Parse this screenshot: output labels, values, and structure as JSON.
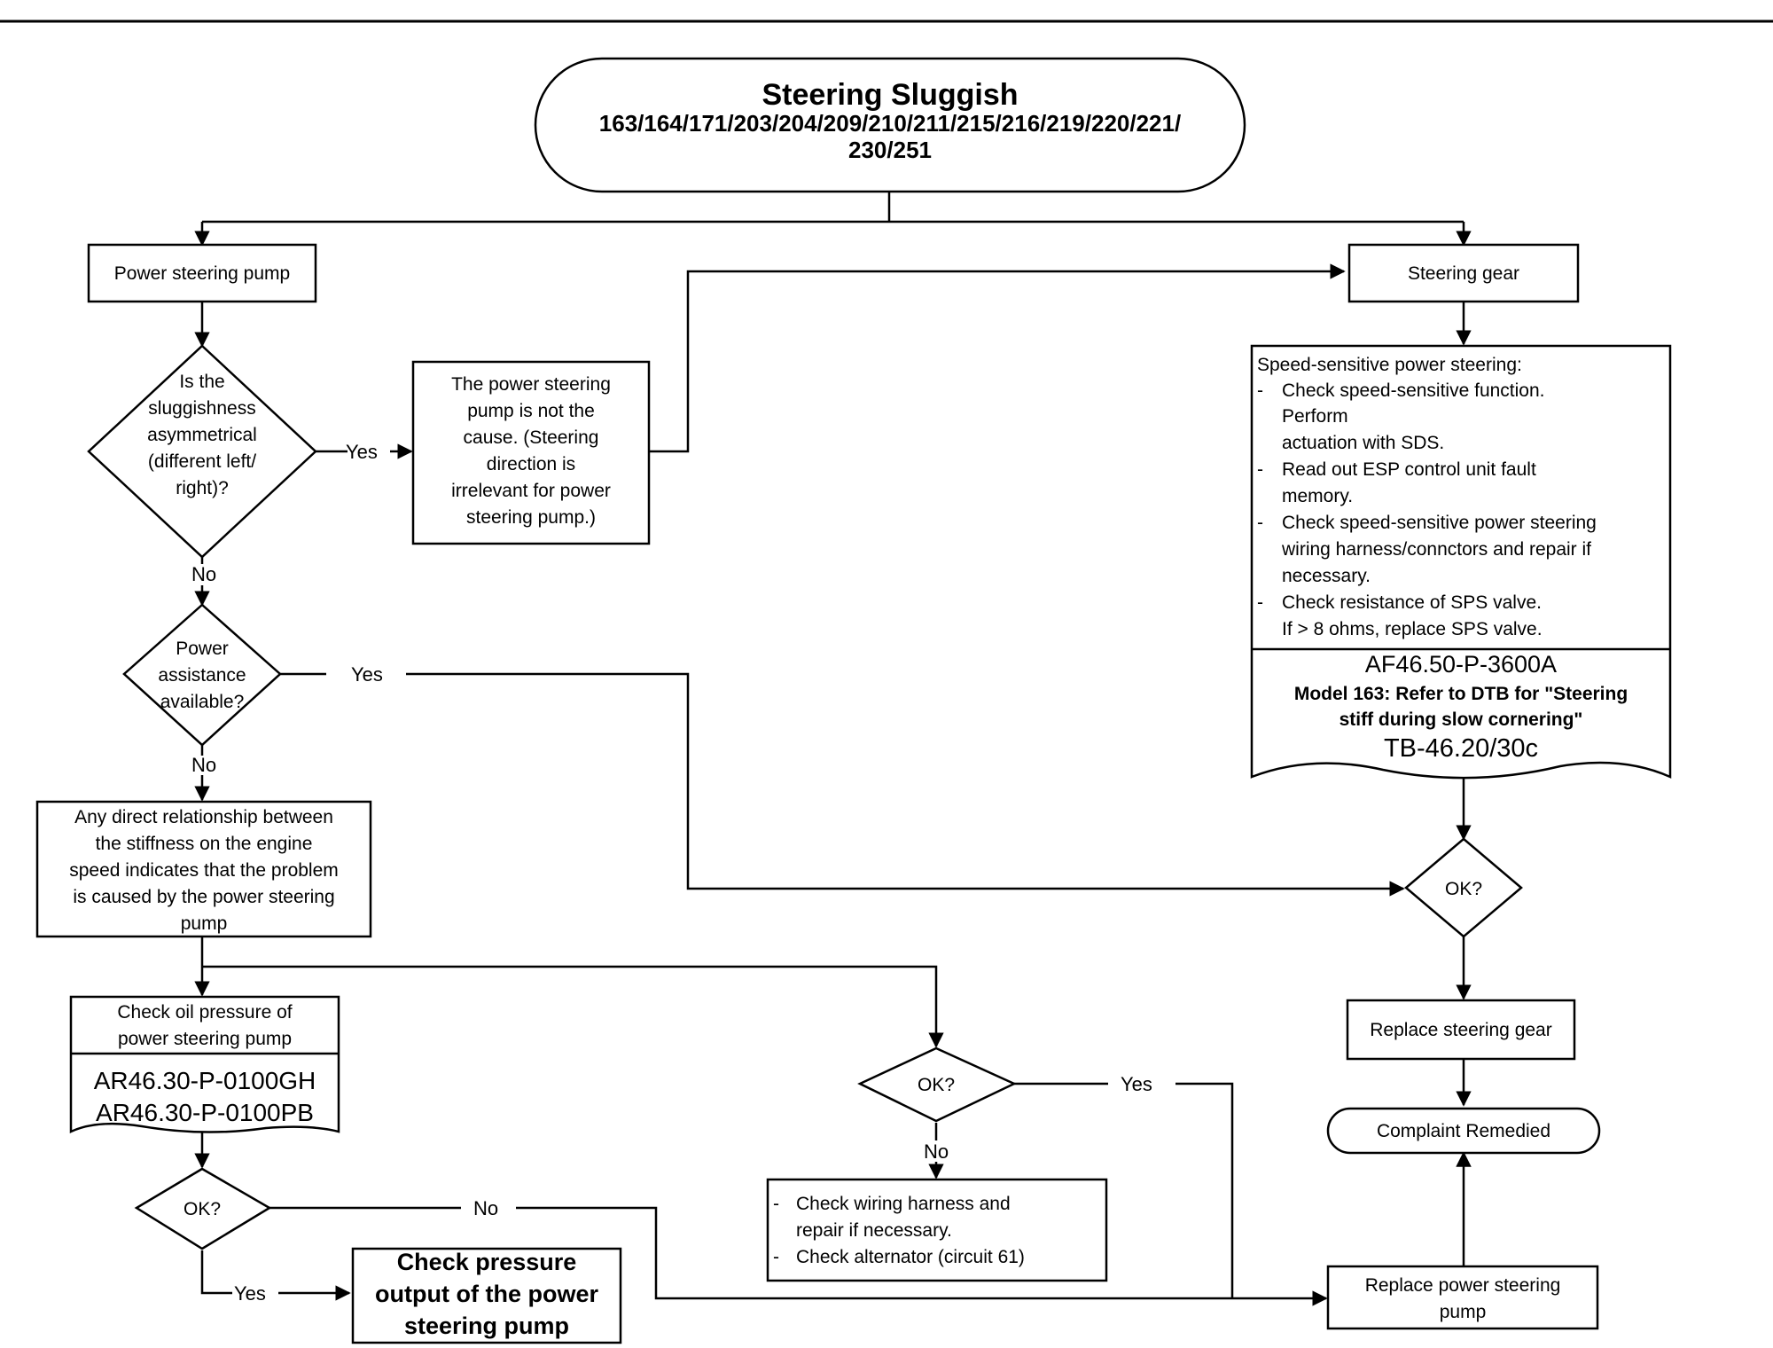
{
  "title": {
    "line1": "Steering Sluggish",
    "line2": "163/164/171/203/204/209/210/211/215/216/219/220/221/",
    "line3": "230/251"
  },
  "nodes": {
    "pump": "Power steering pump",
    "gear": "Steering gear",
    "q_asym": [
      "Is the",
      "sluggishness",
      "asymmetrical",
      "(different left/",
      "right)?"
    ],
    "pump_not_cause": [
      "The power steering",
      "pump is not the",
      "cause. (Steering",
      "direction is",
      "irrelevant for power",
      "steering pump.)"
    ],
    "speed_sensitive": {
      "heading": "Speed-sensitive power steering:",
      "items": [
        [
          "Check speed-sensitive function.",
          "Perform",
          "actuation with SDS."
        ],
        [
          "Read out ESP control unit fault",
          "memory."
        ],
        [
          "Check speed-sensitive power steering",
          "wiring harness/connctors and repair if",
          "necessary."
        ],
        [
          "Check resistance of SPS valve.",
          "If > 8 ohms, replace SPS valve."
        ]
      ],
      "ref1": "AF46.50-P-3600A",
      "model_note": [
        "Model 163: Refer to DTB for \"Steering",
        "stiff during slow cornering\""
      ],
      "ref2": "TB-46.20/30c"
    },
    "q_power": [
      "Power",
      "assistance",
      "available?"
    ],
    "q_ok_right": "OK?",
    "direct_rel": [
      "Any direct relationship between",
      "the stiffness on the engine",
      "speed indicates that the problem",
      "is caused by the power steering",
      "pump"
    ],
    "check_oil": [
      "Check oil pressure of",
      "power steering pump"
    ],
    "oil_refs": [
      "AR46.30-P-0100GH",
      "AR46.30-P-0100PB"
    ],
    "q_ok_mid": "OK?",
    "q_ok_low": "OK?",
    "check_wiring": [
      "Check wiring harness and",
      "repair if necessary.",
      "Check alternator (circuit 61)"
    ],
    "check_output": [
      "Check pressure",
      "output of the power",
      "steering pump"
    ],
    "replace_gear": "Replace steering gear",
    "remedied": "Complaint Remedied",
    "replace_pump": [
      "Replace power steering",
      "pump"
    ]
  },
  "labels": {
    "yes": "Yes",
    "no": "No",
    "dash": "-"
  }
}
